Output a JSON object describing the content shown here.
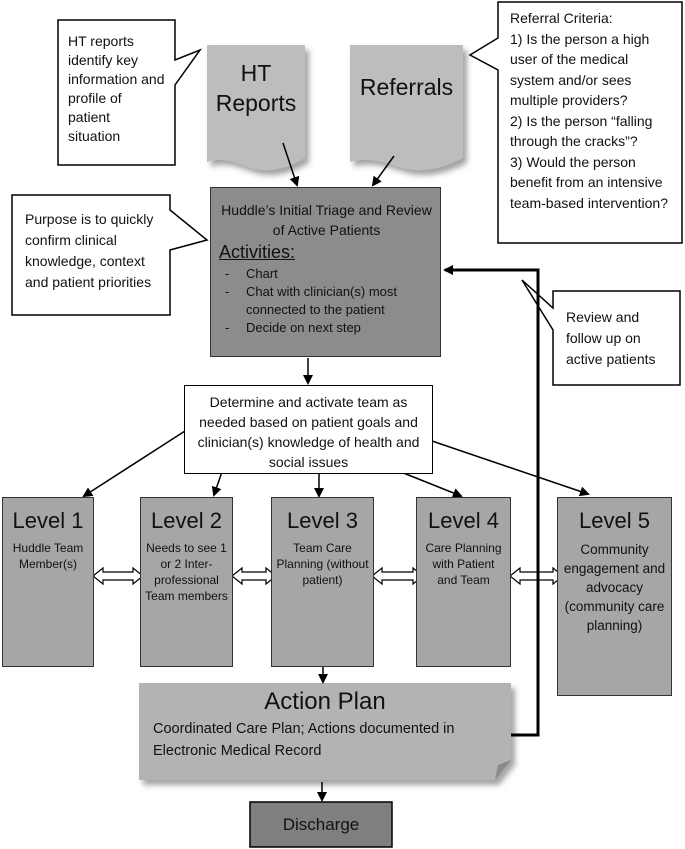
{
  "callouts": {
    "ht_reports_note": "HT reports identify key information and profile of patient situation",
    "purpose_note": "Purpose is to quickly confirm clinical knowledge, context and patient priorities",
    "review_note": "Review and follow up on active patients",
    "referral_criteria": {
      "title": "Referral Criteria:",
      "lines": [
        "1) Is the person a high user of the medical system and/or sees multiple providers?",
        "2) Is the person “falling through the cracks”?",
        "3) Would the person benefit from an intensive team-based intervention?"
      ]
    }
  },
  "documents": {
    "ht_reports": "HT Reports",
    "referrals": "Referrals"
  },
  "huddle": {
    "title": "Huddle’s Initial Triage and Review of Active Patients",
    "activities_heading": "Activities:",
    "activities": [
      "Chart",
      "Chat with clinician(s) most connected to the patient",
      "Decide on next step"
    ]
  },
  "determine": "Determine and activate team as needed based on patient goals and clinician(s) knowledge of health and social issues",
  "levels": [
    {
      "title": "Level 1",
      "desc": "Huddle Team Member(s)"
    },
    {
      "title": "Level 2",
      "desc": "Needs to see 1 or 2 Inter-professional Team members"
    },
    {
      "title": "Level 3",
      "desc": "Team Care Planning (without patient)"
    },
    {
      "title": "Level 4",
      "desc": "Care Planning with Patient and Team"
    },
    {
      "title": "Level 5",
      "desc": "Community engagement and advocacy (community care planning)"
    }
  ],
  "action_plan": {
    "title": "Action Plan",
    "desc": "Coordinated Care Plan; Actions documented in Electronic Medical Record"
  },
  "discharge": "Discharge",
  "colors": {
    "box_fill": "#a6a6a6",
    "document_fill": "#bdbdbd",
    "discharge_fill": "#7f7f7f",
    "stroke": "#000000"
  }
}
